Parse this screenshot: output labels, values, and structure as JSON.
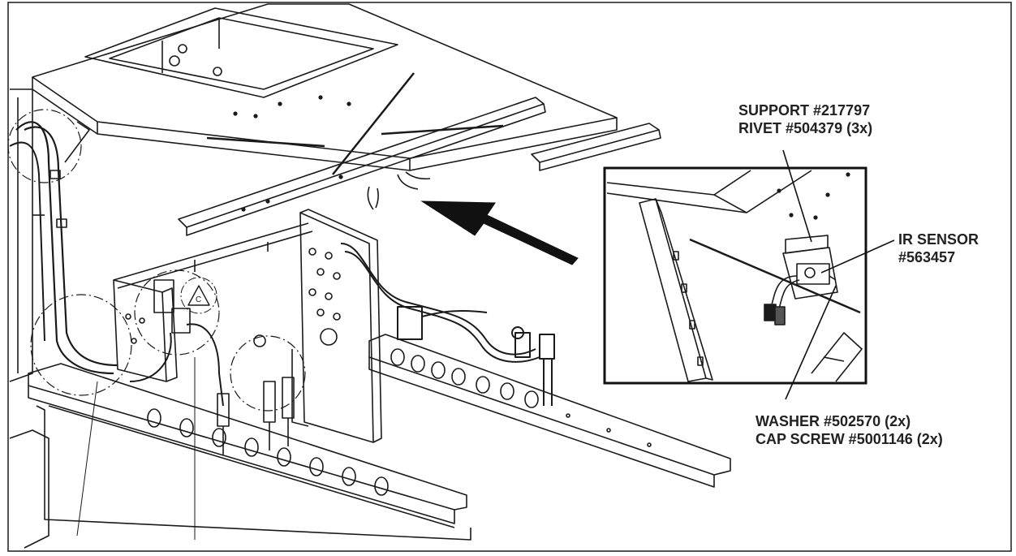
{
  "callouts": {
    "support": {
      "line1": "SUPPORT #217797",
      "line2": "RIVET #504379 (3x)"
    },
    "ir_sensor": {
      "line1": "IR SENSOR",
      "line2": "#563457"
    },
    "washer": {
      "line1": "WASHER #502570  (2x)",
      "line2": "CAP SCREW #5001146  (2x)"
    }
  },
  "colors": {
    "line": "#1a1a1a",
    "background": "#ffffff",
    "text": "#222222"
  }
}
